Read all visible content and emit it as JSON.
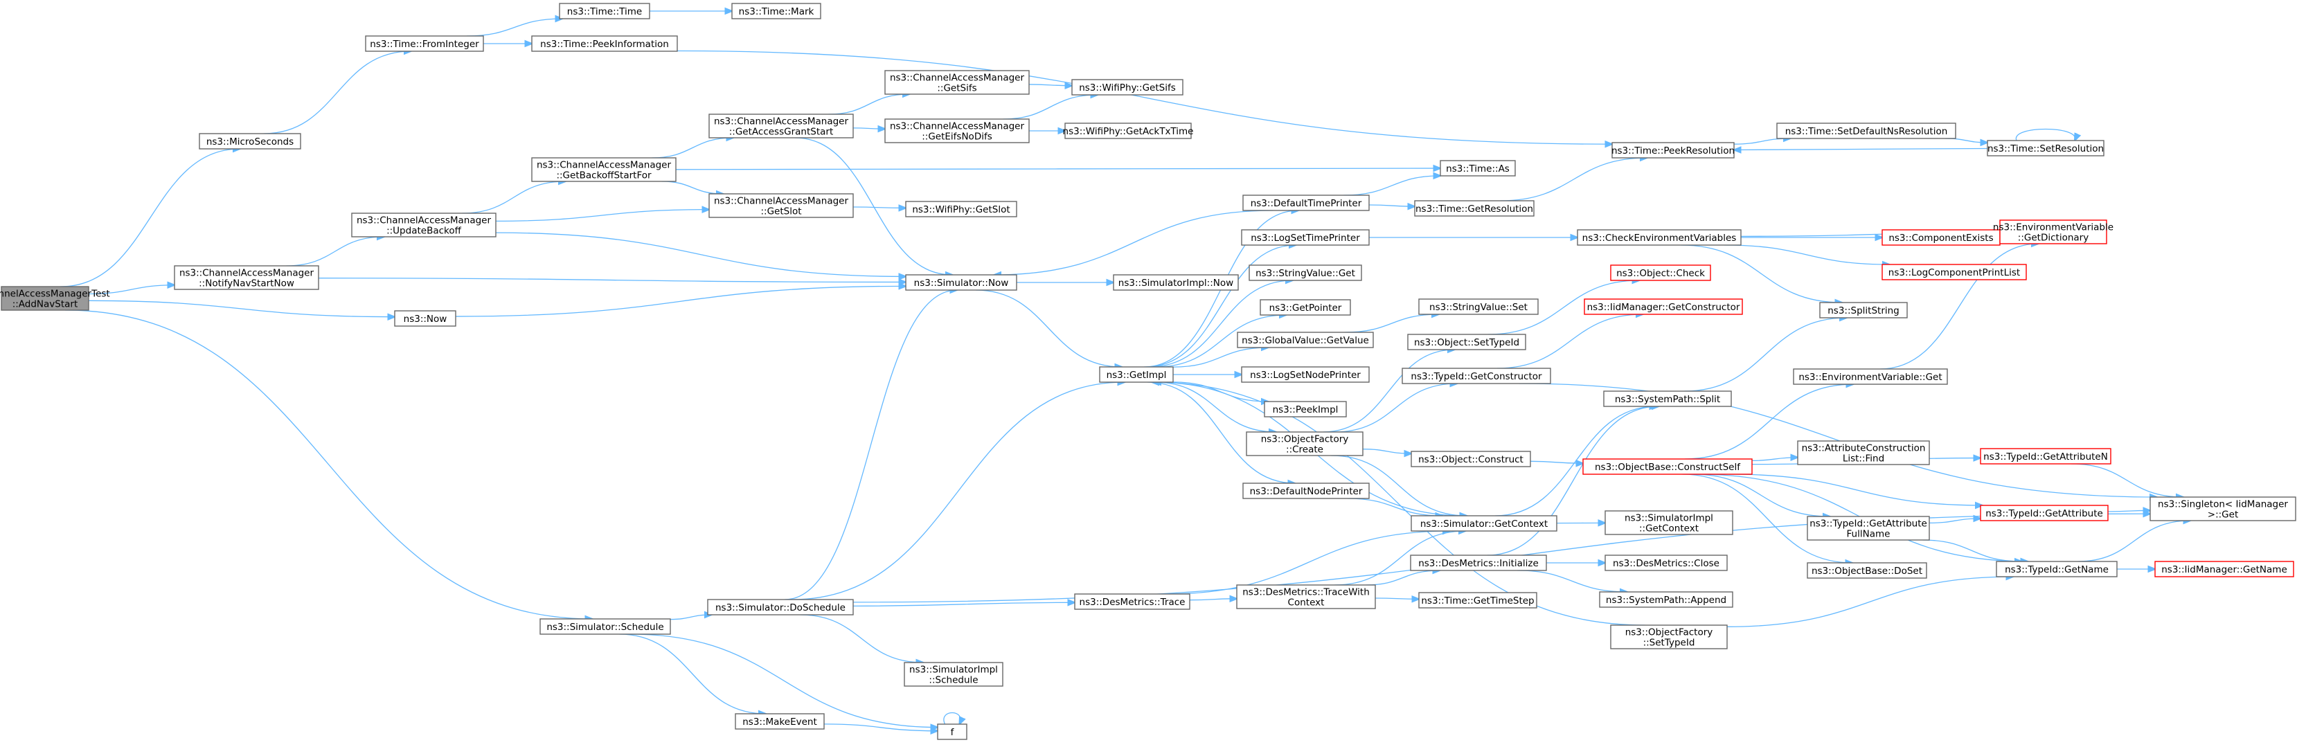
{
  "colors": {
    "edge": "#63b8ff",
    "node_border": "#666666",
    "root_fill": "#999999",
    "red_border": "#ff0000"
  },
  "nodes": [
    {
      "id": "root",
      "lines": [
        "ChannelAccessManagerTest",
        "::AddNavStart"
      ],
      "style": "root"
    },
    {
      "id": "micro",
      "lines": [
        "ns3::MicroSeconds"
      ]
    },
    {
      "id": "fromint",
      "lines": [
        "ns3::Time::FromInteger"
      ]
    },
    {
      "id": "timetime",
      "lines": [
        "ns3::Time::Time"
      ]
    },
    {
      "id": "timemark",
      "lines": [
        "ns3::Time::Mark"
      ]
    },
    {
      "id": "peekinfo",
      "lines": [
        "ns3::Time::PeekInformation"
      ]
    },
    {
      "id": "notifynav",
      "lines": [
        "ns3::ChannelAccessManager",
        "::NotifyNavStartNow"
      ]
    },
    {
      "id": "updback",
      "lines": [
        "ns3::ChannelAccessManager",
        "::UpdateBackoff"
      ]
    },
    {
      "id": "getbackoff",
      "lines": [
        "ns3::ChannelAccessManager",
        "::GetBackoffStartFor"
      ]
    },
    {
      "id": "getaccess",
      "lines": [
        "ns3::ChannelAccessManager",
        "::GetAccessGrantStart"
      ]
    },
    {
      "id": "getsifs",
      "lines": [
        "ns3::ChannelAccessManager",
        "::GetSifs"
      ]
    },
    {
      "id": "geteifs",
      "lines": [
        "ns3::ChannelAccessManager",
        "::GetEifsNoDifs"
      ]
    },
    {
      "id": "getslotcam",
      "lines": [
        "ns3::ChannelAccessManager",
        "::GetSlot"
      ]
    },
    {
      "id": "wifisifs",
      "lines": [
        "ns3::WifiPhy::GetSifs"
      ]
    },
    {
      "id": "wifiack",
      "lines": [
        "ns3::WifiPhy::GetAckTxTime"
      ]
    },
    {
      "id": "wifislot",
      "lines": [
        "ns3::WifiPhy::GetSlot"
      ]
    },
    {
      "id": "now",
      "lines": [
        "ns3::Now"
      ]
    },
    {
      "id": "simnow",
      "lines": [
        "ns3::Simulator::Now"
      ]
    },
    {
      "id": "simimplnow",
      "lines": [
        "ns3::SimulatorImpl::Now"
      ]
    },
    {
      "id": "getimpl",
      "lines": [
        "ns3::GetImpl"
      ]
    },
    {
      "id": "deftime",
      "lines": [
        "ns3::DefaultTimePrinter"
      ]
    },
    {
      "id": "timeas",
      "lines": [
        "ns3::Time::As"
      ]
    },
    {
      "id": "getres",
      "lines": [
        "ns3::Time::GetResolution"
      ]
    },
    {
      "id": "peekres",
      "lines": [
        "ns3::Time::PeekResolution"
      ]
    },
    {
      "id": "setdefns",
      "lines": [
        "ns3::Time::SetDefaultNsResolution"
      ]
    },
    {
      "id": "setres",
      "lines": [
        "ns3::Time::SetResolution"
      ]
    },
    {
      "id": "logsettime",
      "lines": [
        "ns3::LogSetTimePrinter"
      ]
    },
    {
      "id": "checkenv",
      "lines": [
        "ns3::CheckEnvironmentVariables"
      ]
    },
    {
      "id": "compexists",
      "lines": [
        "ns3::ComponentExists"
      ],
      "style": "red"
    },
    {
      "id": "logcomp",
      "lines": [
        "ns3::LogComponentPrintList"
      ],
      "style": "red"
    },
    {
      "id": "envdict",
      "lines": [
        "ns3::EnvironmentVariable",
        "::GetDictionary"
      ],
      "style": "red"
    },
    {
      "id": "strget",
      "lines": [
        "ns3::StringValue::Get"
      ]
    },
    {
      "id": "getptr",
      "lines": [
        "ns3::GetPointer"
      ]
    },
    {
      "id": "globget",
      "lines": [
        "ns3::GlobalValue::GetValue"
      ]
    },
    {
      "id": "strset",
      "lines": [
        "ns3::StringValue::Set"
      ]
    },
    {
      "id": "logsetnode",
      "lines": [
        "ns3::LogSetNodePrinter"
      ]
    },
    {
      "id": "peekimpl",
      "lines": [
        "ns3::PeekImpl"
      ]
    },
    {
      "id": "objfact",
      "lines": [
        "ns3::ObjectFactory",
        "::Create"
      ]
    },
    {
      "id": "objcheck",
      "lines": [
        "ns3::Object::Check"
      ],
      "style": "red"
    },
    {
      "id": "settypeid",
      "lines": [
        "ns3::Object::SetTypeId"
      ]
    },
    {
      "id": "iidctor",
      "lines": [
        "ns3::IidManager::GetConstructor"
      ],
      "style": "red"
    },
    {
      "id": "typector",
      "lines": [
        "ns3::TypeId::GetConstructor"
      ]
    },
    {
      "id": "splitstr",
      "lines": [
        "ns3::SplitString"
      ]
    },
    {
      "id": "syssplit",
      "lines": [
        "ns3::SystemPath::Split"
      ]
    },
    {
      "id": "envget",
      "lines": [
        "ns3::EnvironmentVariable::Get"
      ]
    },
    {
      "id": "objconstruct",
      "lines": [
        "ns3::Object::Construct"
      ]
    },
    {
      "id": "constructself",
      "lines": [
        "ns3::ObjectBase::ConstructSelf"
      ],
      "style": "red"
    },
    {
      "id": "attrfind",
      "lines": [
        "ns3::AttributeConstruction",
        "List::Find"
      ]
    },
    {
      "id": "getattrn",
      "lines": [
        "ns3::TypeId::GetAttributeN"
      ],
      "style": "red"
    },
    {
      "id": "getattr",
      "lines": [
        "ns3::TypeId::GetAttribute"
      ],
      "style": "red"
    },
    {
      "id": "singleton",
      "lines": [
        "ns3::Singleton< IidManager",
        ">::Get"
      ]
    },
    {
      "id": "attrfull",
      "lines": [
        "ns3::TypeId::GetAttribute",
        "FullName"
      ]
    },
    {
      "id": "dodel",
      "lines": [
        "ns3::ObjectBase::DoSet"
      ]
    },
    {
      "id": "typename",
      "lines": [
        "ns3::TypeId::GetName"
      ]
    },
    {
      "id": "iidname",
      "lines": [
        "ns3::IidManager::GetName"
      ],
      "style": "red"
    },
    {
      "id": "defnode",
      "lines": [
        "ns3::DefaultNodePrinter"
      ]
    },
    {
      "id": "simctx",
      "lines": [
        "ns3::Simulator::GetContext"
      ]
    },
    {
      "id": "simimplctx",
      "lines": [
        "ns3::SimulatorImpl",
        "::GetContext"
      ]
    },
    {
      "id": "desinit",
      "lines": [
        "ns3::DesMetrics::Initialize"
      ]
    },
    {
      "id": "desclose",
      "lines": [
        "ns3::DesMetrics::Close"
      ]
    },
    {
      "id": "sysappend",
      "lines": [
        "ns3::SystemPath::Append"
      ]
    },
    {
      "id": "simsched",
      "lines": [
        "ns3::Simulator::Schedule"
      ]
    },
    {
      "id": "simdosched",
      "lines": [
        "ns3::Simulator::DoSchedule"
      ]
    },
    {
      "id": "destrace",
      "lines": [
        "ns3::DesMetrics::Trace"
      ]
    },
    {
      "id": "destracectx",
      "lines": [
        "ns3::DesMetrics::TraceWith",
        "Context"
      ]
    },
    {
      "id": "gettimestep",
      "lines": [
        "ns3::Time::GetTimeStep"
      ]
    },
    {
      "id": "objfactset",
      "lines": [
        "ns3::ObjectFactory",
        "::SetTypeId"
      ]
    },
    {
      "id": "simimplsched",
      "lines": [
        "ns3::SimulatorImpl",
        "::Schedule"
      ]
    },
    {
      "id": "makeevent",
      "lines": [
        "ns3::MakeEvent"
      ]
    },
    {
      "id": "f",
      "lines": [
        "f"
      ]
    }
  ],
  "edges": [
    [
      "root",
      "micro"
    ],
    [
      "root",
      "notifynav"
    ],
    [
      "root",
      "now"
    ],
    [
      "root",
      "simsched"
    ],
    [
      "micro",
      "fromint"
    ],
    [
      "fromint",
      "timetime"
    ],
    [
      "fromint",
      "peekinfo"
    ],
    [
      "timetime",
      "timemark"
    ],
    [
      "peekinfo",
      "peekres"
    ],
    [
      "notifynav",
      "updback"
    ],
    [
      "notifynav",
      "simnow"
    ],
    [
      "updback",
      "getbackoff"
    ],
    [
      "updback",
      "getslotcam"
    ],
    [
      "updback",
      "simnow"
    ],
    [
      "getbackoff",
      "getaccess"
    ],
    [
      "getbackoff",
      "getslotcam"
    ],
    [
      "getbackoff",
      "timeas"
    ],
    [
      "getaccess",
      "getsifs"
    ],
    [
      "getaccess",
      "geteifs"
    ],
    [
      "getaccess",
      "simnow"
    ],
    [
      "getsifs",
      "wifisifs"
    ],
    [
      "geteifs",
      "wifisifs"
    ],
    [
      "geteifs",
      "wifiack"
    ],
    [
      "getslotcam",
      "wifislot"
    ],
    [
      "now",
      "simnow"
    ],
    [
      "simnow",
      "simimplnow"
    ],
    [
      "simnow",
      "getimpl"
    ],
    [
      "getimpl",
      "deftime"
    ],
    [
      "getimpl",
      "logsettime"
    ],
    [
      "getimpl",
      "strget"
    ],
    [
      "getimpl",
      "getptr"
    ],
    [
      "getimpl",
      "globget"
    ],
    [
      "getimpl",
      "logsetnode"
    ],
    [
      "getimpl",
      "peekimpl"
    ],
    [
      "getimpl",
      "objfact"
    ],
    [
      "getimpl",
      "defnode"
    ],
    [
      "deftime",
      "timeas"
    ],
    [
      "deftime",
      "getres"
    ],
    [
      "deftime",
      "simnow"
    ],
    [
      "getres",
      "peekres"
    ],
    [
      "peekres",
      "setdefns"
    ],
    [
      "setdefns",
      "setres"
    ],
    [
      "setres",
      "peekres"
    ],
    [
      "setres",
      "setres"
    ],
    [
      "logsettime",
      "checkenv"
    ],
    [
      "checkenv",
      "compexists"
    ],
    [
      "checkenv",
      "logcomp"
    ],
    [
      "checkenv",
      "envdict"
    ],
    [
      "checkenv",
      "splitstr"
    ],
    [
      "globget",
      "strset"
    ],
    [
      "objfact",
      "settypeid"
    ],
    [
      "objfact",
      "typector"
    ],
    [
      "objfact",
      "objconstruct"
    ],
    [
      "objfact",
      "simctx"
    ],
    [
      "settypeid",
      "objcheck"
    ],
    [
      "typector",
      "iidctor"
    ],
    [
      "typector",
      "singleton"
    ],
    [
      "objconstruct",
      "constructself"
    ],
    [
      "constructself",
      "envget"
    ],
    [
      "constructself",
      "attrfind"
    ],
    [
      "constructself",
      "getattrn"
    ],
    [
      "constructself",
      "getattr"
    ],
    [
      "constructself",
      "attrfull"
    ],
    [
      "constructself",
      "dodel"
    ],
    [
      "constructself",
      "typename"
    ],
    [
      "syssplit",
      "splitstr"
    ],
    [
      "envget",
      "envdict"
    ],
    [
      "getattrn",
      "singleton"
    ],
    [
      "getattr",
      "singleton"
    ],
    [
      "attrfull",
      "getattr"
    ],
    [
      "attrfull",
      "typename"
    ],
    [
      "typename",
      "singleton"
    ],
    [
      "typename",
      "iidname"
    ],
    [
      "defnode",
      "simctx"
    ],
    [
      "simctx",
      "simimplctx"
    ],
    [
      "simctx",
      "syssplit"
    ],
    [
      "simctx",
      "getimpl"
    ],
    [
      "desinit",
      "desclose"
    ],
    [
      "desinit",
      "sysappend"
    ],
    [
      "desinit",
      "syssplit"
    ],
    [
      "simsched",
      "simdosched"
    ],
    [
      "simsched",
      "makeevent"
    ],
    [
      "simsched",
      "f"
    ],
    [
      "simdosched",
      "simnow"
    ],
    [
      "simdosched",
      "getimpl"
    ],
    [
      "simdosched",
      "destrace"
    ],
    [
      "simdosched",
      "simimplsched"
    ],
    [
      "simdosched",
      "singleton"
    ],
    [
      "destrace",
      "destracectx"
    ],
    [
      "destrace",
      "simctx"
    ],
    [
      "destracectx",
      "desinit"
    ],
    [
      "destracectx",
      "gettimestep"
    ],
    [
      "destracectx",
      "simctx"
    ],
    [
      "objfactset",
      "typename"
    ],
    [
      "objfactset",
      "getimpl"
    ],
    [
      "makeevent",
      "f"
    ],
    [
      "f",
      "f"
    ]
  ]
}
